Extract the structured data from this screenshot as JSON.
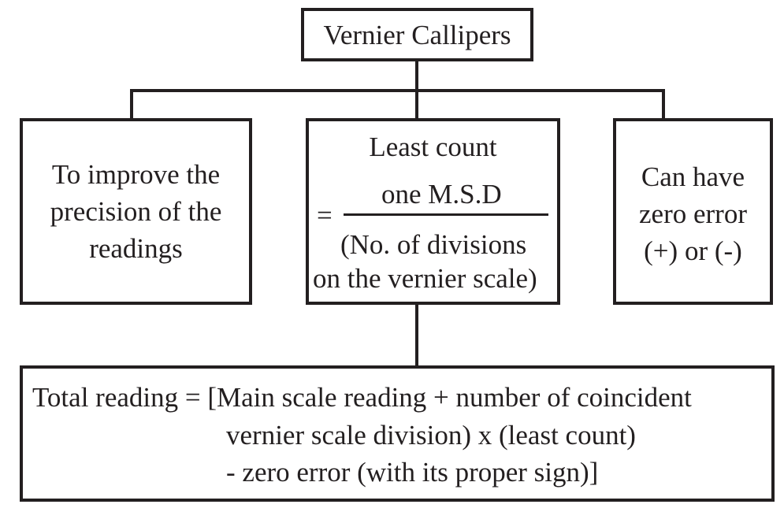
{
  "title": "Vernier Callipers",
  "left_box": {
    "lines": [
      "To improve the",
      "precision of the",
      "readings"
    ]
  },
  "center_box": {
    "heading": "Least count",
    "equals": "=",
    "numerator": "one M.S.D",
    "denominator": [
      "(No. of divisions",
      "on the vernier scale)"
    ]
  },
  "right_box": {
    "lines": [
      "Can have",
      "zero error",
      "(+) or (-)"
    ]
  },
  "bottom_box": {
    "lines": [
      "Total reading = [Main scale reading + number of coincident",
      "vernier scale division) x (least count)",
      "- zero error (with its proper sign)]"
    ]
  }
}
